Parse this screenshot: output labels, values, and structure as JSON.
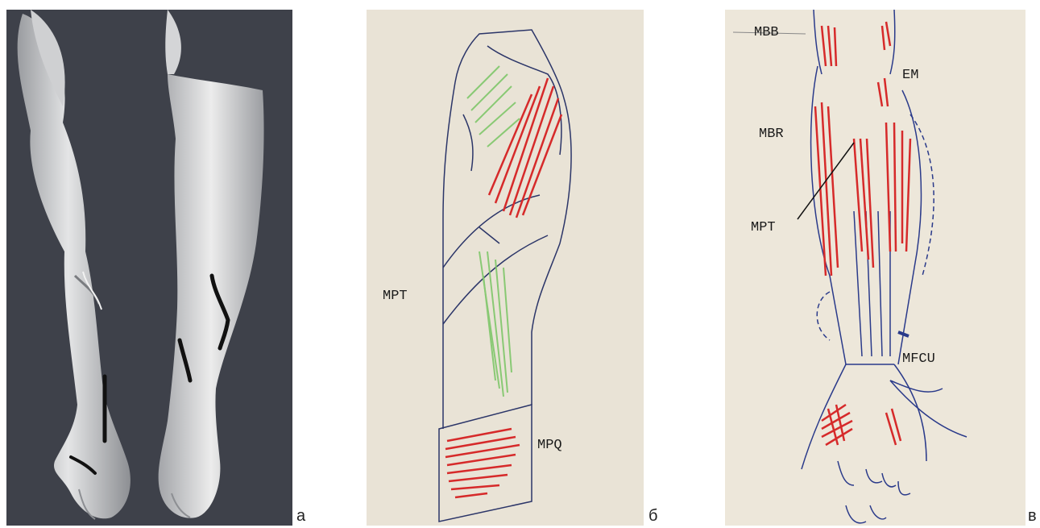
{
  "panels": {
    "a": {
      "letter": "а"
    },
    "b": {
      "letter": "б",
      "labels": {
        "mpt": "MPT",
        "mpq": "MPQ"
      }
    },
    "c": {
      "letter": "в",
      "labels": {
        "mbb": "MBB",
        "em": "EM",
        "mbr": "MBR",
        "mpt": "MPT",
        "mfcu": "MFCU"
      }
    }
  },
  "colors": {
    "render_background": "#3e414a",
    "paper": "#e9e3d6",
    "muscle_red": "#d62a2a",
    "muscle_green": "#8fcf6a",
    "ink_blue": "#2a3a8a"
  }
}
